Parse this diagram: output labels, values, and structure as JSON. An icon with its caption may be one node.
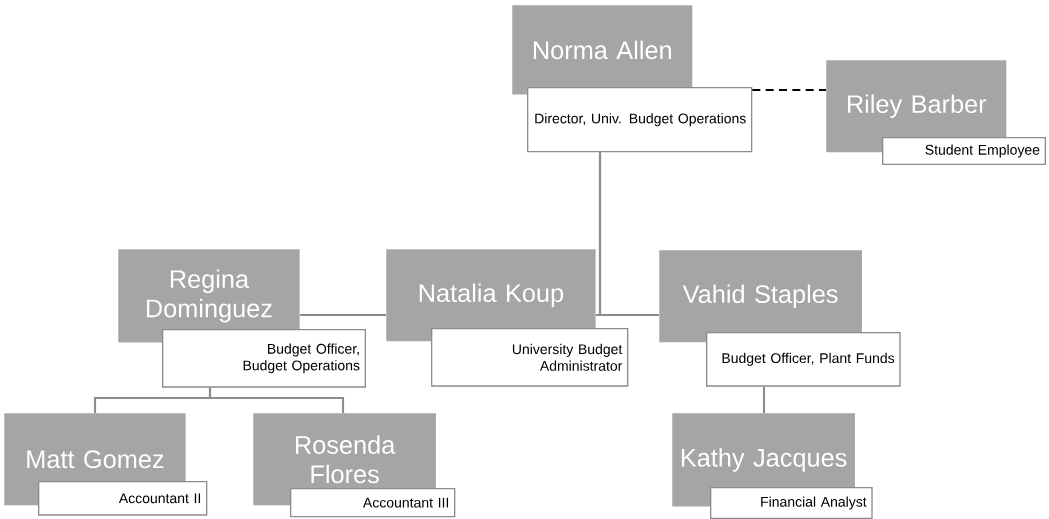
{
  "diagram": {
    "nodes": [
      {
        "text": [
          "Norma Allen",
          "Director, Univ. Budget Operations"
        ]
      },
      {
        "text": [
          "Riley Barber",
          "Student Employee"
        ]
      },
      {
        "text": [
          "Natalia Koup",
          "University Budget Administrator"
        ]
      },
      {
        "text": [
          "Vahid Staples",
          "Budget Officer, Plant Funds"
        ]
      },
      {
        "text": [
          "Regina Dominguez",
          "Budget Officer, Budget Operations"
        ]
      },
      {
        "text": [
          "Matt Gomez",
          "Accountant II"
        ]
      },
      {
        "text": [
          "Rosenda Flores",
          "Accountant III"
        ]
      },
      {
        "text": [
          "Kathy Jacques",
          "Financial Analyst"
        ]
      }
    ],
    "edges": [
      {
        "from": 0,
        "to": 1,
        "arrow": "none",
        "style": "dashed",
        "color": "#000000"
      },
      {
        "from": 0,
        "to": 2,
        "arrow": "none"
      },
      {
        "from": 0,
        "to": 3,
        "arrow": "none"
      },
      {
        "from": 2,
        "to": 4,
        "arrow": "none"
      },
      {
        "from": 4,
        "to": 5,
        "arrow": "none"
      },
      {
        "from": 4,
        "to": 6,
        "arrow": "none"
      },
      {
        "from": 3,
        "to": 7,
        "arrow": "none"
      }
    ]
  }
}
